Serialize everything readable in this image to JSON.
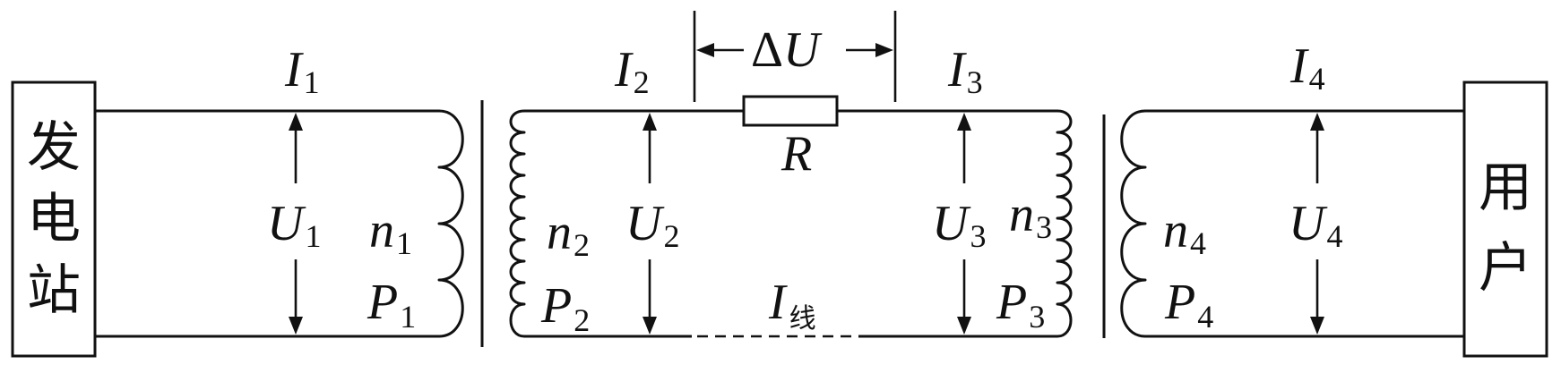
{
  "station": {
    "label_chars": [
      "发",
      "电",
      "站"
    ]
  },
  "user": {
    "label_chars": [
      "用",
      "户"
    ]
  },
  "symbols": {
    "I1": {
      "main": "I",
      "sub": "1"
    },
    "I2": {
      "main": "I",
      "sub": "2"
    },
    "I3": {
      "main": "I",
      "sub": "3"
    },
    "I4": {
      "main": "I",
      "sub": "4"
    },
    "U1": {
      "main": "U",
      "sub": "1"
    },
    "U2": {
      "main": "U",
      "sub": "2"
    },
    "U3": {
      "main": "U",
      "sub": "3"
    },
    "U4": {
      "main": "U",
      "sub": "4"
    },
    "n1": {
      "main": "n",
      "sub": "1"
    },
    "n2": {
      "main": "n",
      "sub": "2"
    },
    "n3": {
      "main": "n",
      "sub": "3"
    },
    "n4": {
      "main": "n",
      "sub": "4"
    },
    "P1": {
      "main": "P",
      "sub": "1"
    },
    "P2": {
      "main": "P",
      "sub": "2"
    },
    "P3": {
      "main": "P",
      "sub": "3"
    },
    "P4": {
      "main": "P",
      "sub": "4"
    },
    "R": {
      "main": "R"
    },
    "I_line": {
      "main": "I",
      "sub": "线"
    },
    "deltaU": {
      "delta": "Δ",
      "main": "U"
    }
  }
}
